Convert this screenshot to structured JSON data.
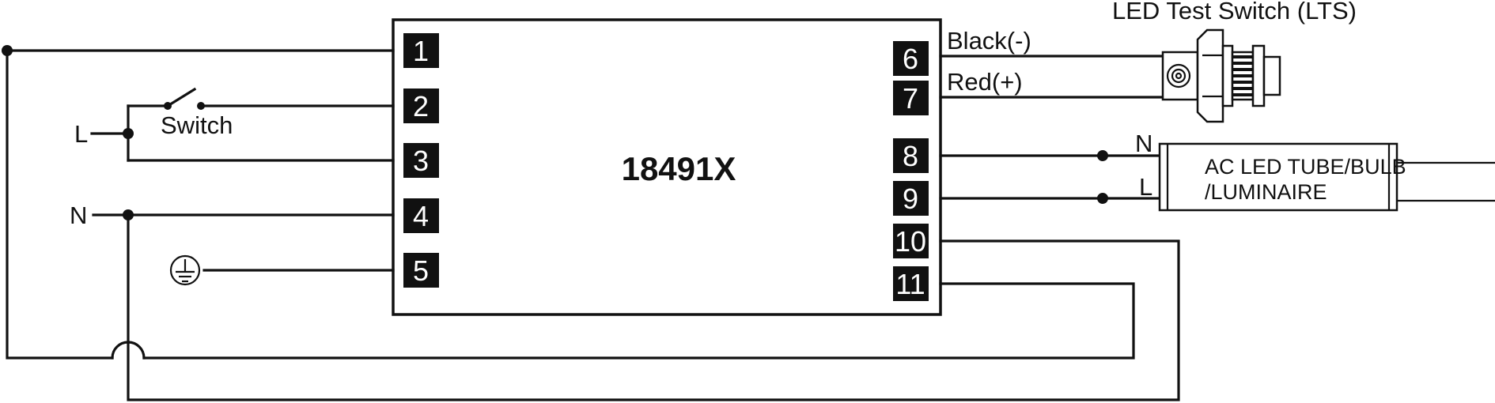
{
  "module": {
    "title": "18491X"
  },
  "terminals": {
    "t1": "1",
    "t2": "2",
    "t3": "3",
    "t4": "4",
    "t5": "5",
    "t6": "6",
    "t7": "7",
    "t8": "8",
    "t9": "9",
    "t10": "10",
    "t11": "11"
  },
  "labels": {
    "line_in": "L",
    "neutral_in": "N",
    "switch": "Switch",
    "black_wire": "Black(-)",
    "red_wire": "Red(+)",
    "lts": "LED Test Switch (LTS)",
    "load_neutral": "N",
    "load_line": "L",
    "load_line1": "AC LED TUBE/BULB",
    "load_line2": "/LUMINAIRE"
  },
  "icons": [
    "ground-icon",
    "led-test-switch-icon",
    "led-tube-icon",
    "switch-icon"
  ],
  "colors": {
    "ink": "#111111",
    "background": "#ffffff"
  }
}
